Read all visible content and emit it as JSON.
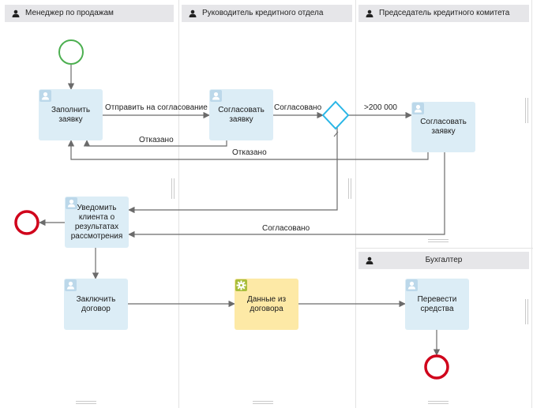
{
  "lanes": [
    {
      "title": "Менеджер по продажам"
    },
    {
      "title": "Руководитель кредитного отдела"
    },
    {
      "title": "Председатель кредитного комитета"
    },
    {
      "title": "Бухгалтер"
    }
  ],
  "tasks": {
    "fill_request": "Заполнить заявку",
    "approve_head": "Согласовать заявку",
    "approve_chair": "Согласовать заявку",
    "notify_client": "Уведомить клиента о результатах рассмотрения",
    "sign_contract": "Заключить договор",
    "contract_data": "Данные из договора",
    "transfer_funds": "Перевести средства"
  },
  "edges": {
    "send_for_approval": "Отправить на согласование",
    "approved_1": "Согласовано",
    "over_200k": ">200 000",
    "rejected_1": "Отказано",
    "rejected_2": "Отказано",
    "approved_2": "Согласовано"
  },
  "colors": {
    "start_event": "#4caf50",
    "end_event": "#d0021b",
    "gateway": "#29b6e6",
    "user_task": "#dcedf6",
    "script_task": "#fde9a6",
    "lane_header": "#e6e6e9",
    "flow": "#6b6b6b"
  },
  "icons": {
    "lane": "person-icon",
    "user_task": "user-icon",
    "script_task": "gear-icon"
  }
}
